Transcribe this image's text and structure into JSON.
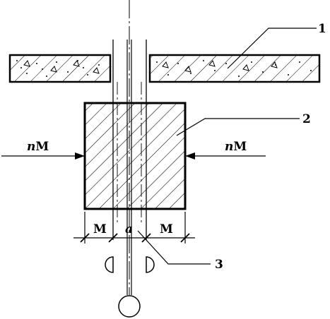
{
  "diagram": {
    "callouts": [
      "1",
      "2",
      "3"
    ],
    "force_left": {
      "n": "n",
      "m": "M"
    },
    "force_right": {
      "n": "n",
      "m": "M"
    },
    "dim_left": "M",
    "dim_center": "a",
    "dim_right": "M",
    "colors": {
      "ink": "#000000",
      "background": "#ffffff"
    }
  }
}
